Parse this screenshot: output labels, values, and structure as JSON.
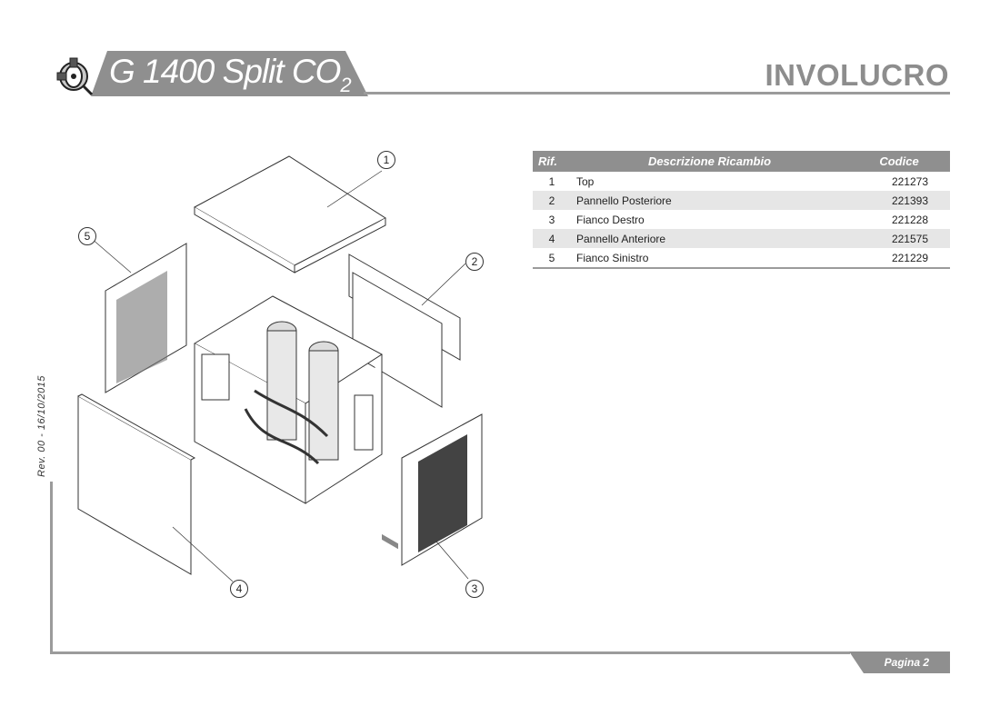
{
  "header": {
    "model_prefix": "G 1400 Split CO",
    "model_subscript": "2",
    "section_title": "INVOLUCRO"
  },
  "revision": "Rev. 00 - 16/10/2015",
  "table": {
    "headers": {
      "ref": "Rif.",
      "description": "Descrizione Ricambio",
      "code": "Codice"
    },
    "rows": [
      {
        "ref": "1",
        "description": "Top",
        "code": "221273"
      },
      {
        "ref": "2",
        "description": "Pannello Posteriore",
        "code": "221393"
      },
      {
        "ref": "3",
        "description": "Fianco Destro",
        "code": "221228"
      },
      {
        "ref": "4",
        "description": "Pannello Anteriore",
        "code": "221575"
      },
      {
        "ref": "5",
        "description": "Fianco Sinistro",
        "code": "221229"
      }
    ]
  },
  "callouts": [
    "1",
    "2",
    "3",
    "4",
    "5"
  ],
  "footer": {
    "page_label": "Pagina 2"
  },
  "colors": {
    "accent_gray": "#8f8f8f",
    "rule_gray": "#9b9b9b"
  }
}
